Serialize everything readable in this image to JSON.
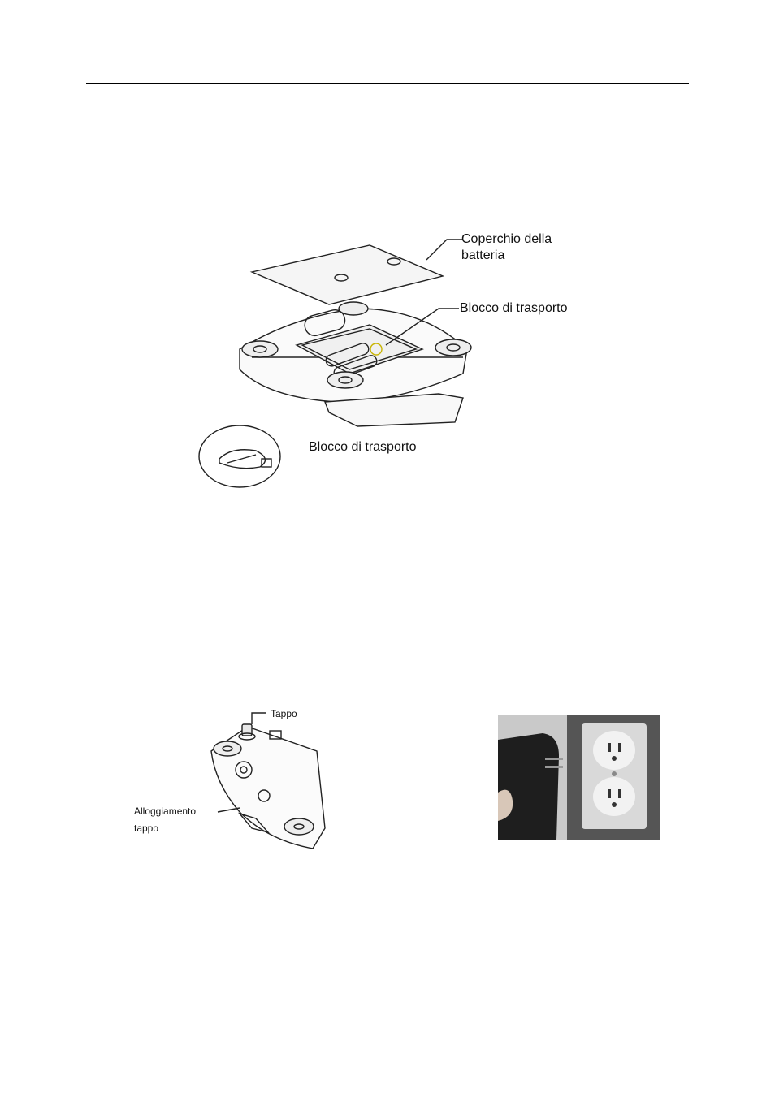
{
  "figure1": {
    "label_cover_line1": "Coperchio della",
    "label_cover_line2": "batteria",
    "label_lock_top": "Blocco di trasporto",
    "label_lock_inset": "Blocco di trasporto"
  },
  "figure2": {
    "label_cap": "Tappo",
    "label_housing_line1": "Alloggiamento",
    "label_housing_line2": "tappo"
  },
  "figure3": {
    "icon": "power-adapter-outlet-photo"
  }
}
